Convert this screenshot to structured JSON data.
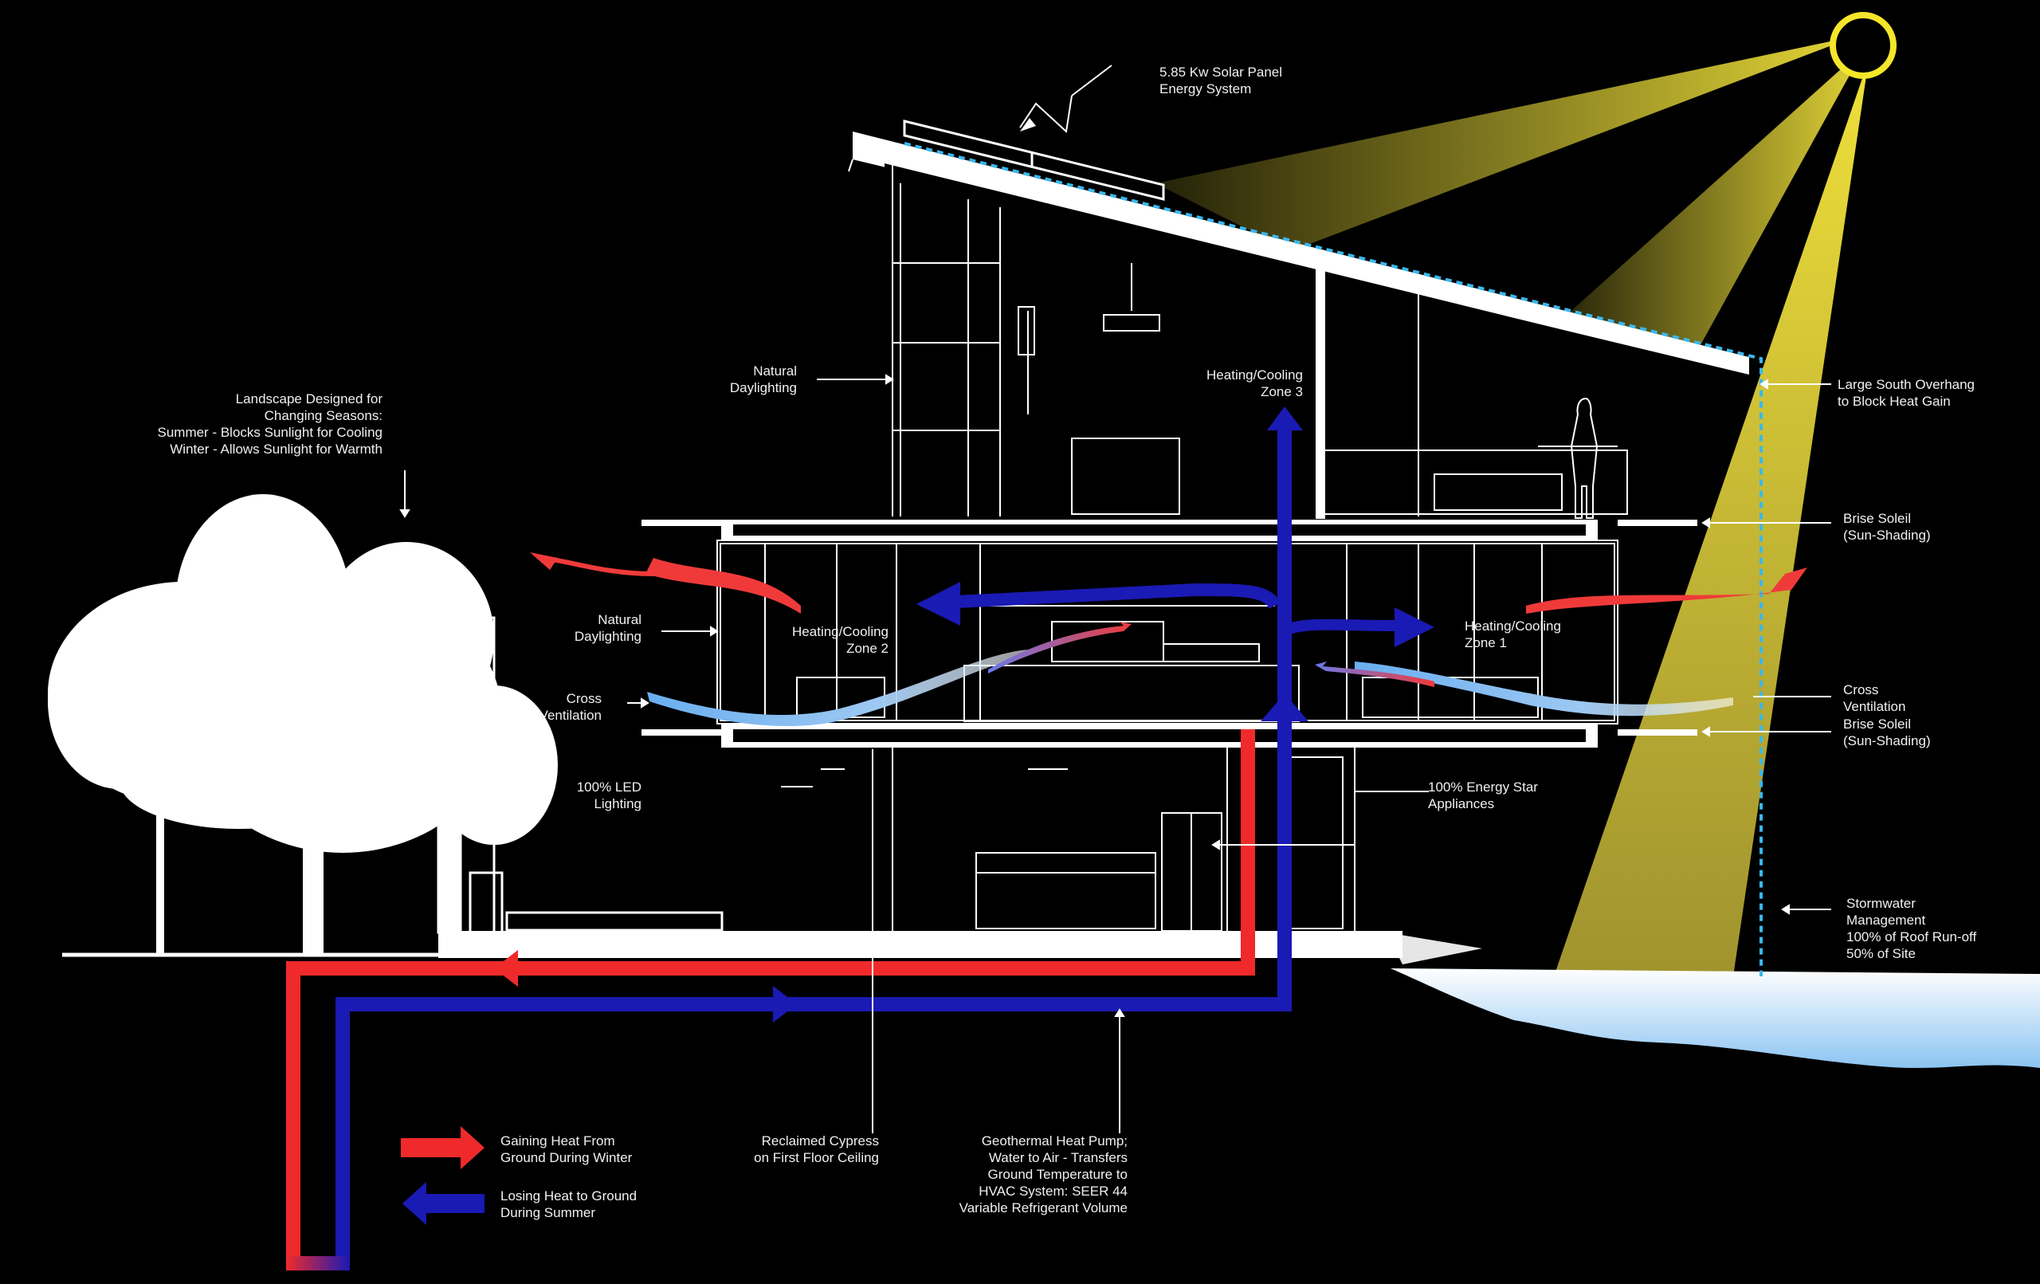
{
  "colors": {
    "background": "#000000",
    "sun": "#f2e42a",
    "sunbeam": "#e8d83a",
    "heat_gain": "#f02a2a",
    "heat_loss": "#1a1ab4",
    "breeze_blue": "#6fb4ee",
    "water": "#cfe6fb",
    "overhang_dashed": "#39b8ee",
    "linework": "#ffffff"
  },
  "labels": {
    "solar_panel": [
      "5.85 Kw Solar Panel",
      "Energy System"
    ],
    "landscape": [
      "Landscape Designed for",
      "Changing Seasons:",
      "Summer - Blocks Sunlight for Cooling",
      "Winter - Allows Sunlight for Warmth"
    ],
    "natural_daylighting_upper": [
      "Natural",
      "Daylighting"
    ],
    "natural_daylighting_lower": [
      "Natural",
      "Daylighting"
    ],
    "zone3": [
      "Heating/Cooling",
      "Zone 3"
    ],
    "zone2": [
      "Heating/Cooling",
      "Zone 2"
    ],
    "zone1": [
      "Heating/Cooling",
      "Zone 1"
    ],
    "south_overhang": [
      "Large South Overhang",
      "to Block Heat Gain"
    ],
    "brise_soleil_upper": [
      "Brise Soleil",
      "(Sun-Shading)"
    ],
    "cross_ventilation_left": [
      "Cross",
      "Ventilation"
    ],
    "cross_ventilation_right": [
      "Cross",
      "Ventilation"
    ],
    "brise_soleil_lower": [
      "Brise Soleil",
      "(Sun-Shading)"
    ],
    "led_lighting": [
      "100% LED",
      "Lighting"
    ],
    "energy_star": [
      "100% Energy Star",
      "Appliances"
    ],
    "stormwater": [
      "Stormwater",
      "Management",
      "100% of Roof Run-off",
      "50% of Site"
    ],
    "reclaimed_cypress": [
      "Reclaimed Cypress",
      "on First Floor Ceiling"
    ],
    "geothermal": [
      "Geothermal Heat Pump;",
      "Water to Air - Transfers",
      "Ground Temperature to",
      "HVAC System: SEER 44",
      "Variable Refrigerant Volume"
    ]
  },
  "legend": {
    "items": [
      {
        "icon": "red-right-arrow-icon",
        "lines": [
          "Gaining Heat From",
          "Ground During Winter"
        ]
      },
      {
        "icon": "blue-left-arrow-icon",
        "lines": [
          "Losing Heat to Ground",
          "During Summer"
        ]
      }
    ]
  }
}
